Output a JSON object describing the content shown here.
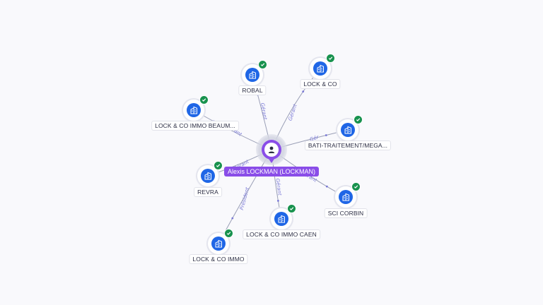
{
  "center": {
    "label": "Alexis LOCKMAN (LOCKMAN)",
    "icon": "person-icon",
    "accent": "#8a4de8"
  },
  "nodes": [
    {
      "id": "robal",
      "label": "ROBAL",
      "icon": "building-icon",
      "verified": true
    },
    {
      "id": "lockco",
      "label": "LOCK & CO",
      "icon": "building-icon",
      "verified": true
    },
    {
      "id": "beaum",
      "label": "LOCK & CO IMMO BEAUM...",
      "icon": "building-icon",
      "verified": true
    },
    {
      "id": "bati",
      "label": "BATI-TRAITEMENT/MEGA...",
      "icon": "building-icon",
      "verified": true
    },
    {
      "id": "revra",
      "label": "REVRA",
      "icon": "building-icon",
      "verified": true
    },
    {
      "id": "sci",
      "label": "SCI CORBIN",
      "icon": "building-icon",
      "verified": true
    },
    {
      "id": "caen",
      "label": "LOCK & CO IMMO CAEN",
      "icon": "building-icon",
      "verified": true
    },
    {
      "id": "immo",
      "label": "LOCK & CO IMMO",
      "icon": "building-icon",
      "verified": true
    }
  ],
  "edges": [
    {
      "to": "robal",
      "role": "Gérant"
    },
    {
      "to": "lockco",
      "role": "Gérant"
    },
    {
      "to": "beaum",
      "role": "Gérant"
    },
    {
      "to": "bati",
      "role": "Gér"
    },
    {
      "to": "revra",
      "role": "Gérant"
    },
    {
      "to": "sci",
      "role": "Gérant"
    },
    {
      "to": "caen",
      "role": "Gérant"
    },
    {
      "to": "immo",
      "role": "Président"
    }
  ],
  "colors": {
    "company": "#1f66e6",
    "verified": "#18924e",
    "edge": "#9a9fb6",
    "edge_label": "#7a79d6",
    "background": "#f9f9fc"
  }
}
